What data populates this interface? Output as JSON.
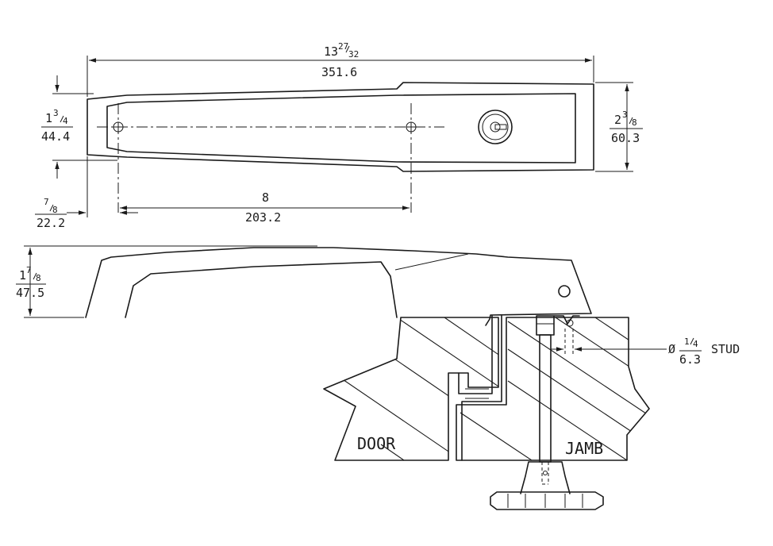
{
  "dimensions": {
    "overall_length": {
      "whole": "13",
      "num": "27",
      "den": "32",
      "metric": "351.6"
    },
    "height_left": {
      "whole": "1",
      "num": "3",
      "den": "4",
      "metric": "44.4"
    },
    "height_right": {
      "whole": "2",
      "num": "3",
      "den": "8",
      "metric": "60.3"
    },
    "offset": {
      "num": "7",
      "den": "8",
      "metric": "22.2"
    },
    "hole_spacing": {
      "imperial": "8",
      "metric": "203.2"
    },
    "handle_height": {
      "whole": "1",
      "num": "7",
      "den": "8",
      "metric": "47.5"
    },
    "stud": {
      "symbol": "Ø",
      "num": "1",
      "den": "4",
      "metric": "6.3",
      "label": "STUD"
    }
  },
  "labels": {
    "door": "DOOR",
    "jamb": "JAMB"
  }
}
